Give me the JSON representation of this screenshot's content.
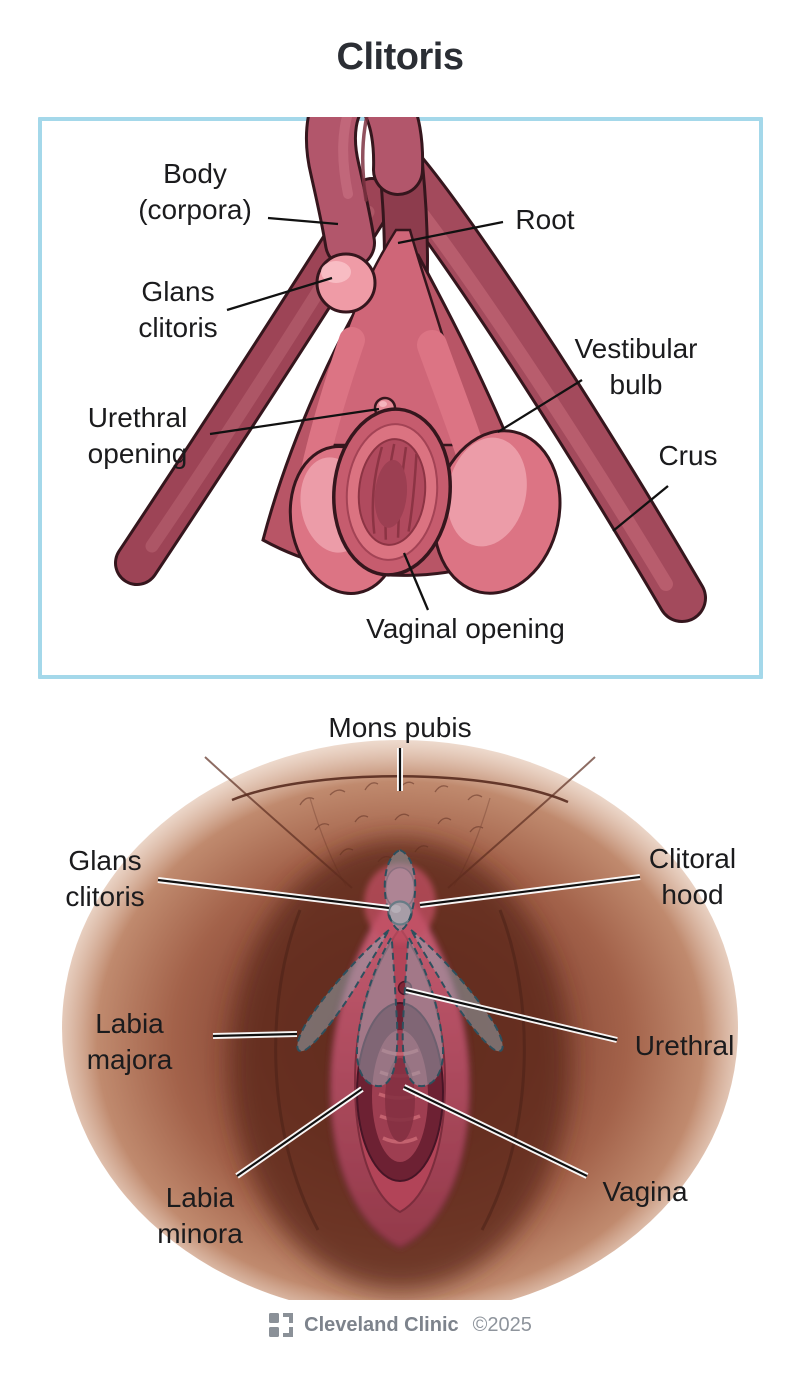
{
  "page": {
    "title": "Clitoris"
  },
  "internal_diagram": {
    "name": "Clitoris internal anatomy illustration",
    "labels": {
      "body_corpora": {
        "lines": [
          "Body",
          "(corpora)"
        ]
      },
      "root": {
        "lines": [
          "Root"
        ]
      },
      "glans_clitoris": {
        "lines": [
          "Glans",
          "clitoris"
        ]
      },
      "vestibular_bulb": {
        "lines": [
          "Vestibular",
          "bulb"
        ]
      },
      "urethral_opening": {
        "lines": [
          "Urethral",
          "opening"
        ]
      },
      "crus": {
        "lines": [
          "Crus"
        ]
      },
      "vaginal_opening": {
        "lines": [
          "Vaginal opening"
        ]
      }
    }
  },
  "external_diagram": {
    "name": "External vulva illustration with internal clitoris overlay",
    "labels": {
      "mons_pubis": {
        "lines": [
          "Mons pubis"
        ]
      },
      "glans_clitoris": {
        "lines": [
          "Glans",
          "clitoris"
        ]
      },
      "clitoral_hood": {
        "lines": [
          "Clitoral",
          "hood"
        ]
      },
      "labia_majora": {
        "lines": [
          "Labia",
          "majora"
        ]
      },
      "urethral": {
        "lines": [
          "Urethral"
        ]
      },
      "labia_minora": {
        "lines": [
          "Labia",
          "minora"
        ]
      },
      "vagina": {
        "lines": [
          "Vagina"
        ]
      }
    }
  },
  "footer": {
    "brand": "Cleveland Clinic",
    "copyright": "©2025"
  },
  "colors": {
    "frame_border": "#a4d8ea",
    "title_text": "#2b2e34",
    "label_text": "#1b1b1d",
    "anatomy_dark": "#a34a5c",
    "anatomy_mid": "#dc7484",
    "anatomy_light": "#ef9ba6",
    "anatomy_outline": "#35161d",
    "skin_dark": "#6f3629",
    "skin_light": "#c08a6e",
    "vulva_pink": "#c75d72",
    "overlay_ghost": "#93abb8",
    "footer_gray": "#7d838c"
  }
}
